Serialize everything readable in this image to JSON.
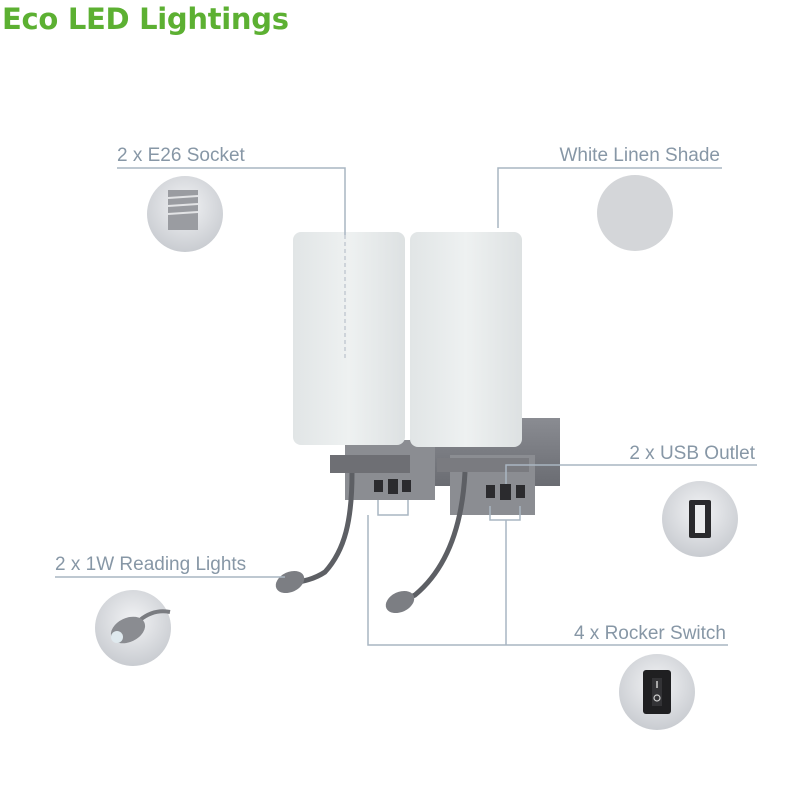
{
  "brand": {
    "title": "Eco LED Lightings",
    "color": "#5cb032"
  },
  "features": [
    {
      "label": "2 x E26 Socket",
      "icon": "bulb-socket-icon"
    },
    {
      "label": "White Linen Shade",
      "icon": "linen-texture-icon"
    },
    {
      "label": "2 x USB Outlet",
      "icon": "usb-port-icon"
    },
    {
      "label": "2 x 1W Reading Lights",
      "icon": "reading-light-icon"
    },
    {
      "label": "4 x Rocker Switch",
      "icon": "rocker-switch-icon"
    }
  ]
}
